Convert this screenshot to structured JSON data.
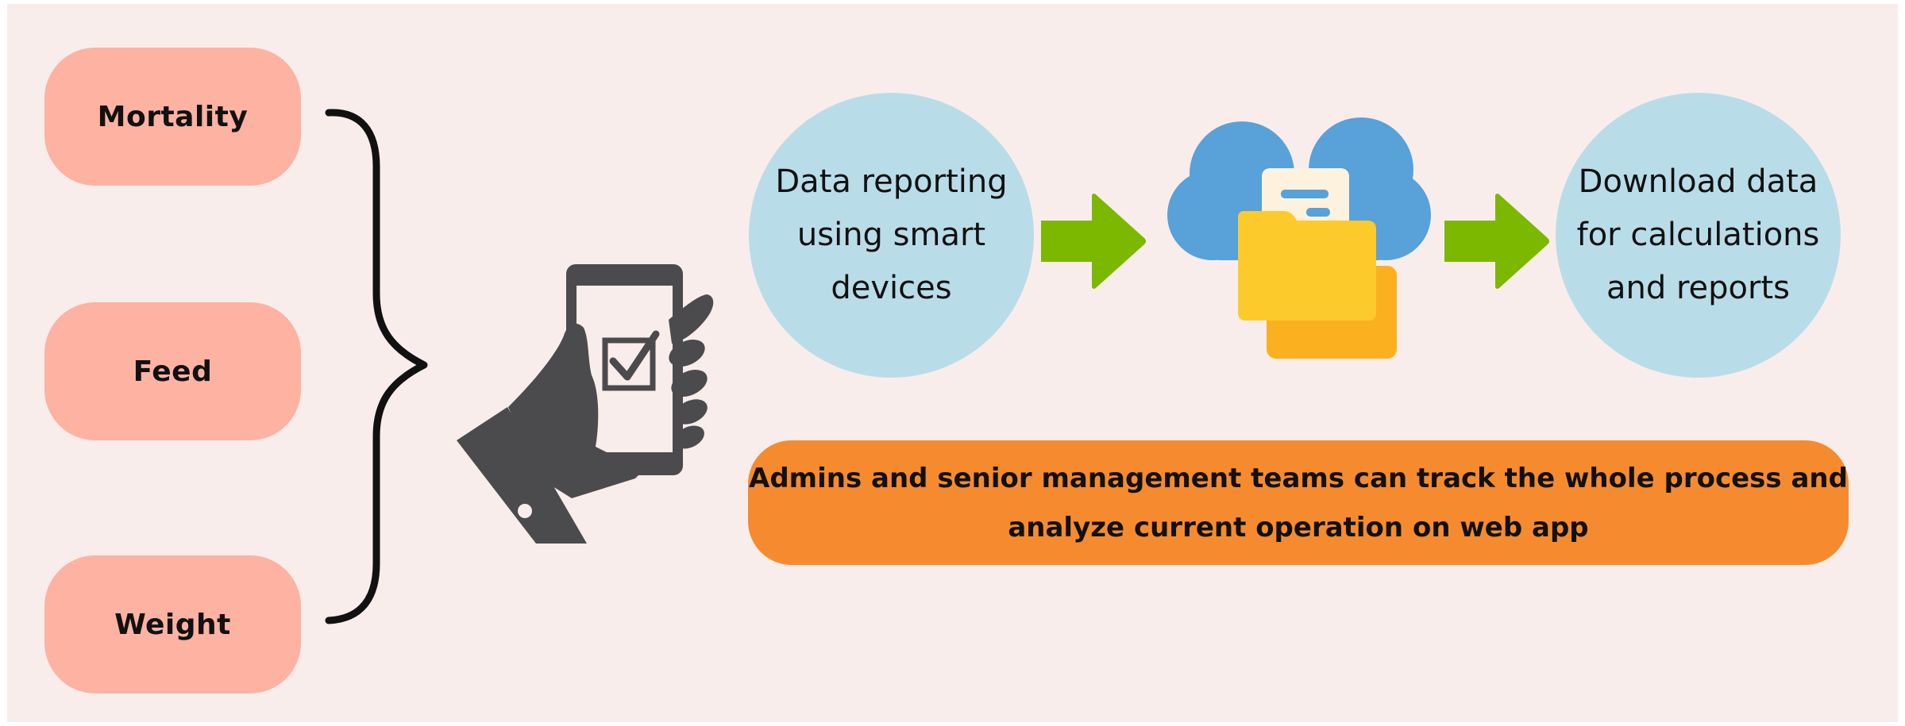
{
  "inputs": [
    {
      "label": "Mortality"
    },
    {
      "label": "Feed"
    },
    {
      "label": "Weight"
    }
  ],
  "steps": {
    "reporting": {
      "lines": [
        "Data reporting",
        "using smart",
        "devices"
      ]
    },
    "download": {
      "lines": [
        "Download data",
        "for calculations",
        "and reports"
      ]
    }
  },
  "banner": {
    "lines": [
      "Admins and senior management teams can track the whole process and",
      "analyze current operation on web app"
    ]
  },
  "icons": {
    "phone": "hand-holding-phone-checkbox-icon",
    "cloud": "cloud-folder-document-icon",
    "arrow": "right-arrow-icon"
  },
  "colors": {
    "background": "#f9edeb",
    "pill": "#fdb2a2",
    "circle": "#b9dde8",
    "banner": "#f58b2e",
    "arrow": "#7cb800",
    "icon_gray": "#4b4b4d",
    "cloud": "#58a1d9",
    "folder_front": "#fdca2c",
    "folder_back": "#fbb01f"
  }
}
